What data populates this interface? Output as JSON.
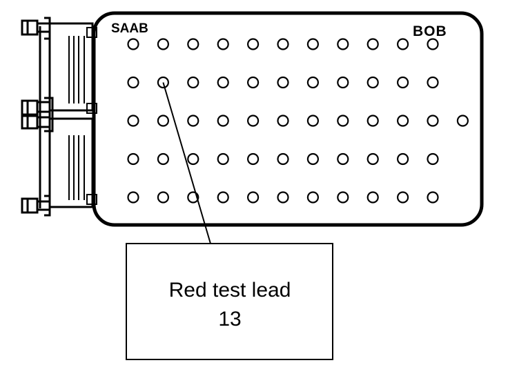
{
  "box": {
    "brand": "SAAB",
    "name": "BOB",
    "pin_rows": [
      {
        "row": 1,
        "pins": 11
      },
      {
        "row": 2,
        "pins": 11
      },
      {
        "row": 3,
        "pins": 12
      },
      {
        "row": 4,
        "pins": 11
      },
      {
        "row": 5,
        "pins": 11
      }
    ]
  },
  "callout": {
    "line1": "Red test lead",
    "line2": "13",
    "pin": {
      "row": 2,
      "column": 2
    }
  },
  "connectors": [
    "connector-top",
    "connector-middle",
    "connector-bottom"
  ]
}
